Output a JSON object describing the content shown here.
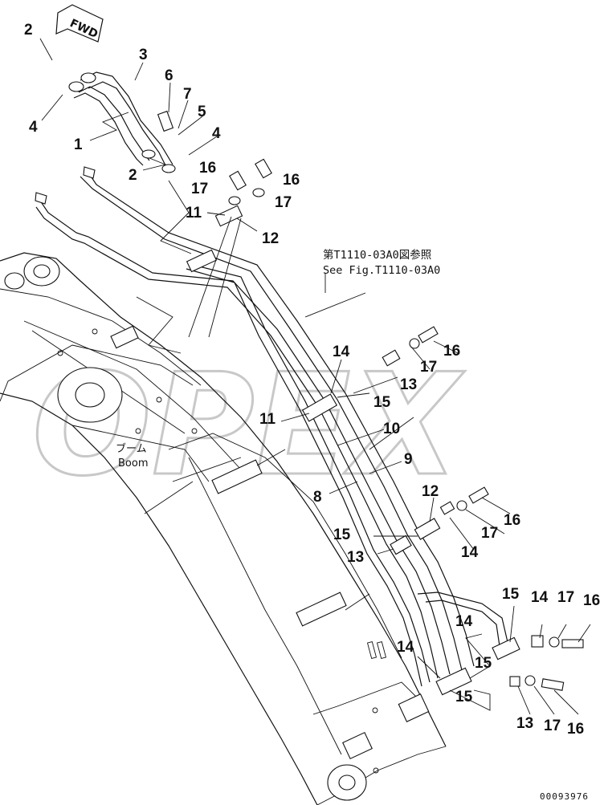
{
  "direction_tag": "FWD",
  "reference_note": {
    "jp": "第T1110-03A0図参照",
    "en": "See Fig.T1110-03A0"
  },
  "boom_label": {
    "jp": "ブーム",
    "en": "Boom"
  },
  "watermark": "OPEX",
  "drawing_code": "00093976",
  "callouts": [
    "2",
    "3",
    "6",
    "7",
    "5",
    "4",
    "1",
    "4",
    "2",
    "16",
    "16",
    "17",
    "17",
    "11",
    "12",
    "14",
    "16",
    "17",
    "13",
    "15",
    "11",
    "10",
    "9",
    "8",
    "12",
    "16",
    "17",
    "14",
    "15",
    "13",
    "15",
    "14",
    "17",
    "16",
    "14",
    "15",
    "14",
    "15",
    "13",
    "17",
    "16"
  ]
}
